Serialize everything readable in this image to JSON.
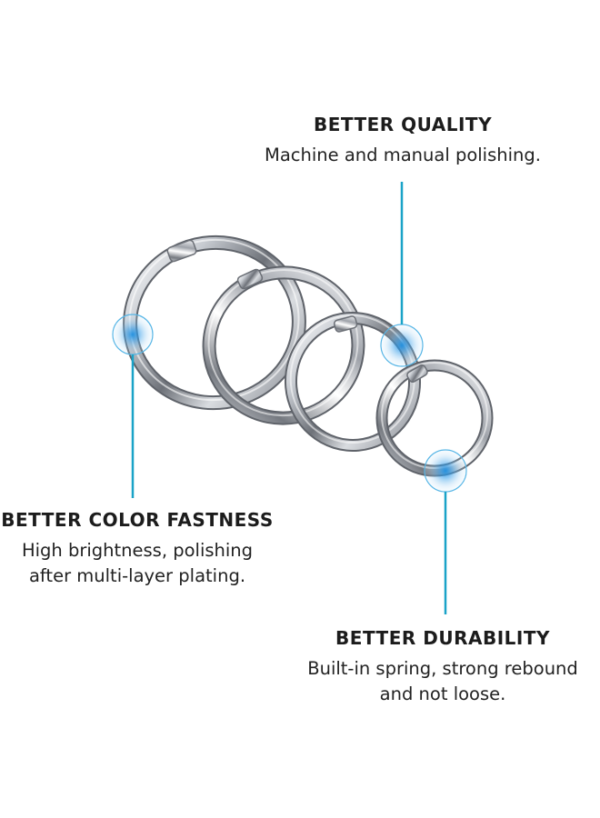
{
  "callouts": {
    "quality": {
      "title": "BETTER QUALITY",
      "lines": [
        "Machine and manual polishing."
      ]
    },
    "fastness": {
      "title": "BETTER COLOR FASTNESS",
      "lines": [
        "High brightness, polishing",
        "after multi-layer plating."
      ]
    },
    "durability": {
      "title": "BETTER DURABILITY",
      "lines": [
        "Built-in spring, strong rebound",
        "and not loose."
      ]
    }
  },
  "colors": {
    "accent": "#1aa3c8",
    "metal_light": "#f4f5f7",
    "metal_mid": "#b8bcc2",
    "metal_dark": "#5d6168"
  }
}
